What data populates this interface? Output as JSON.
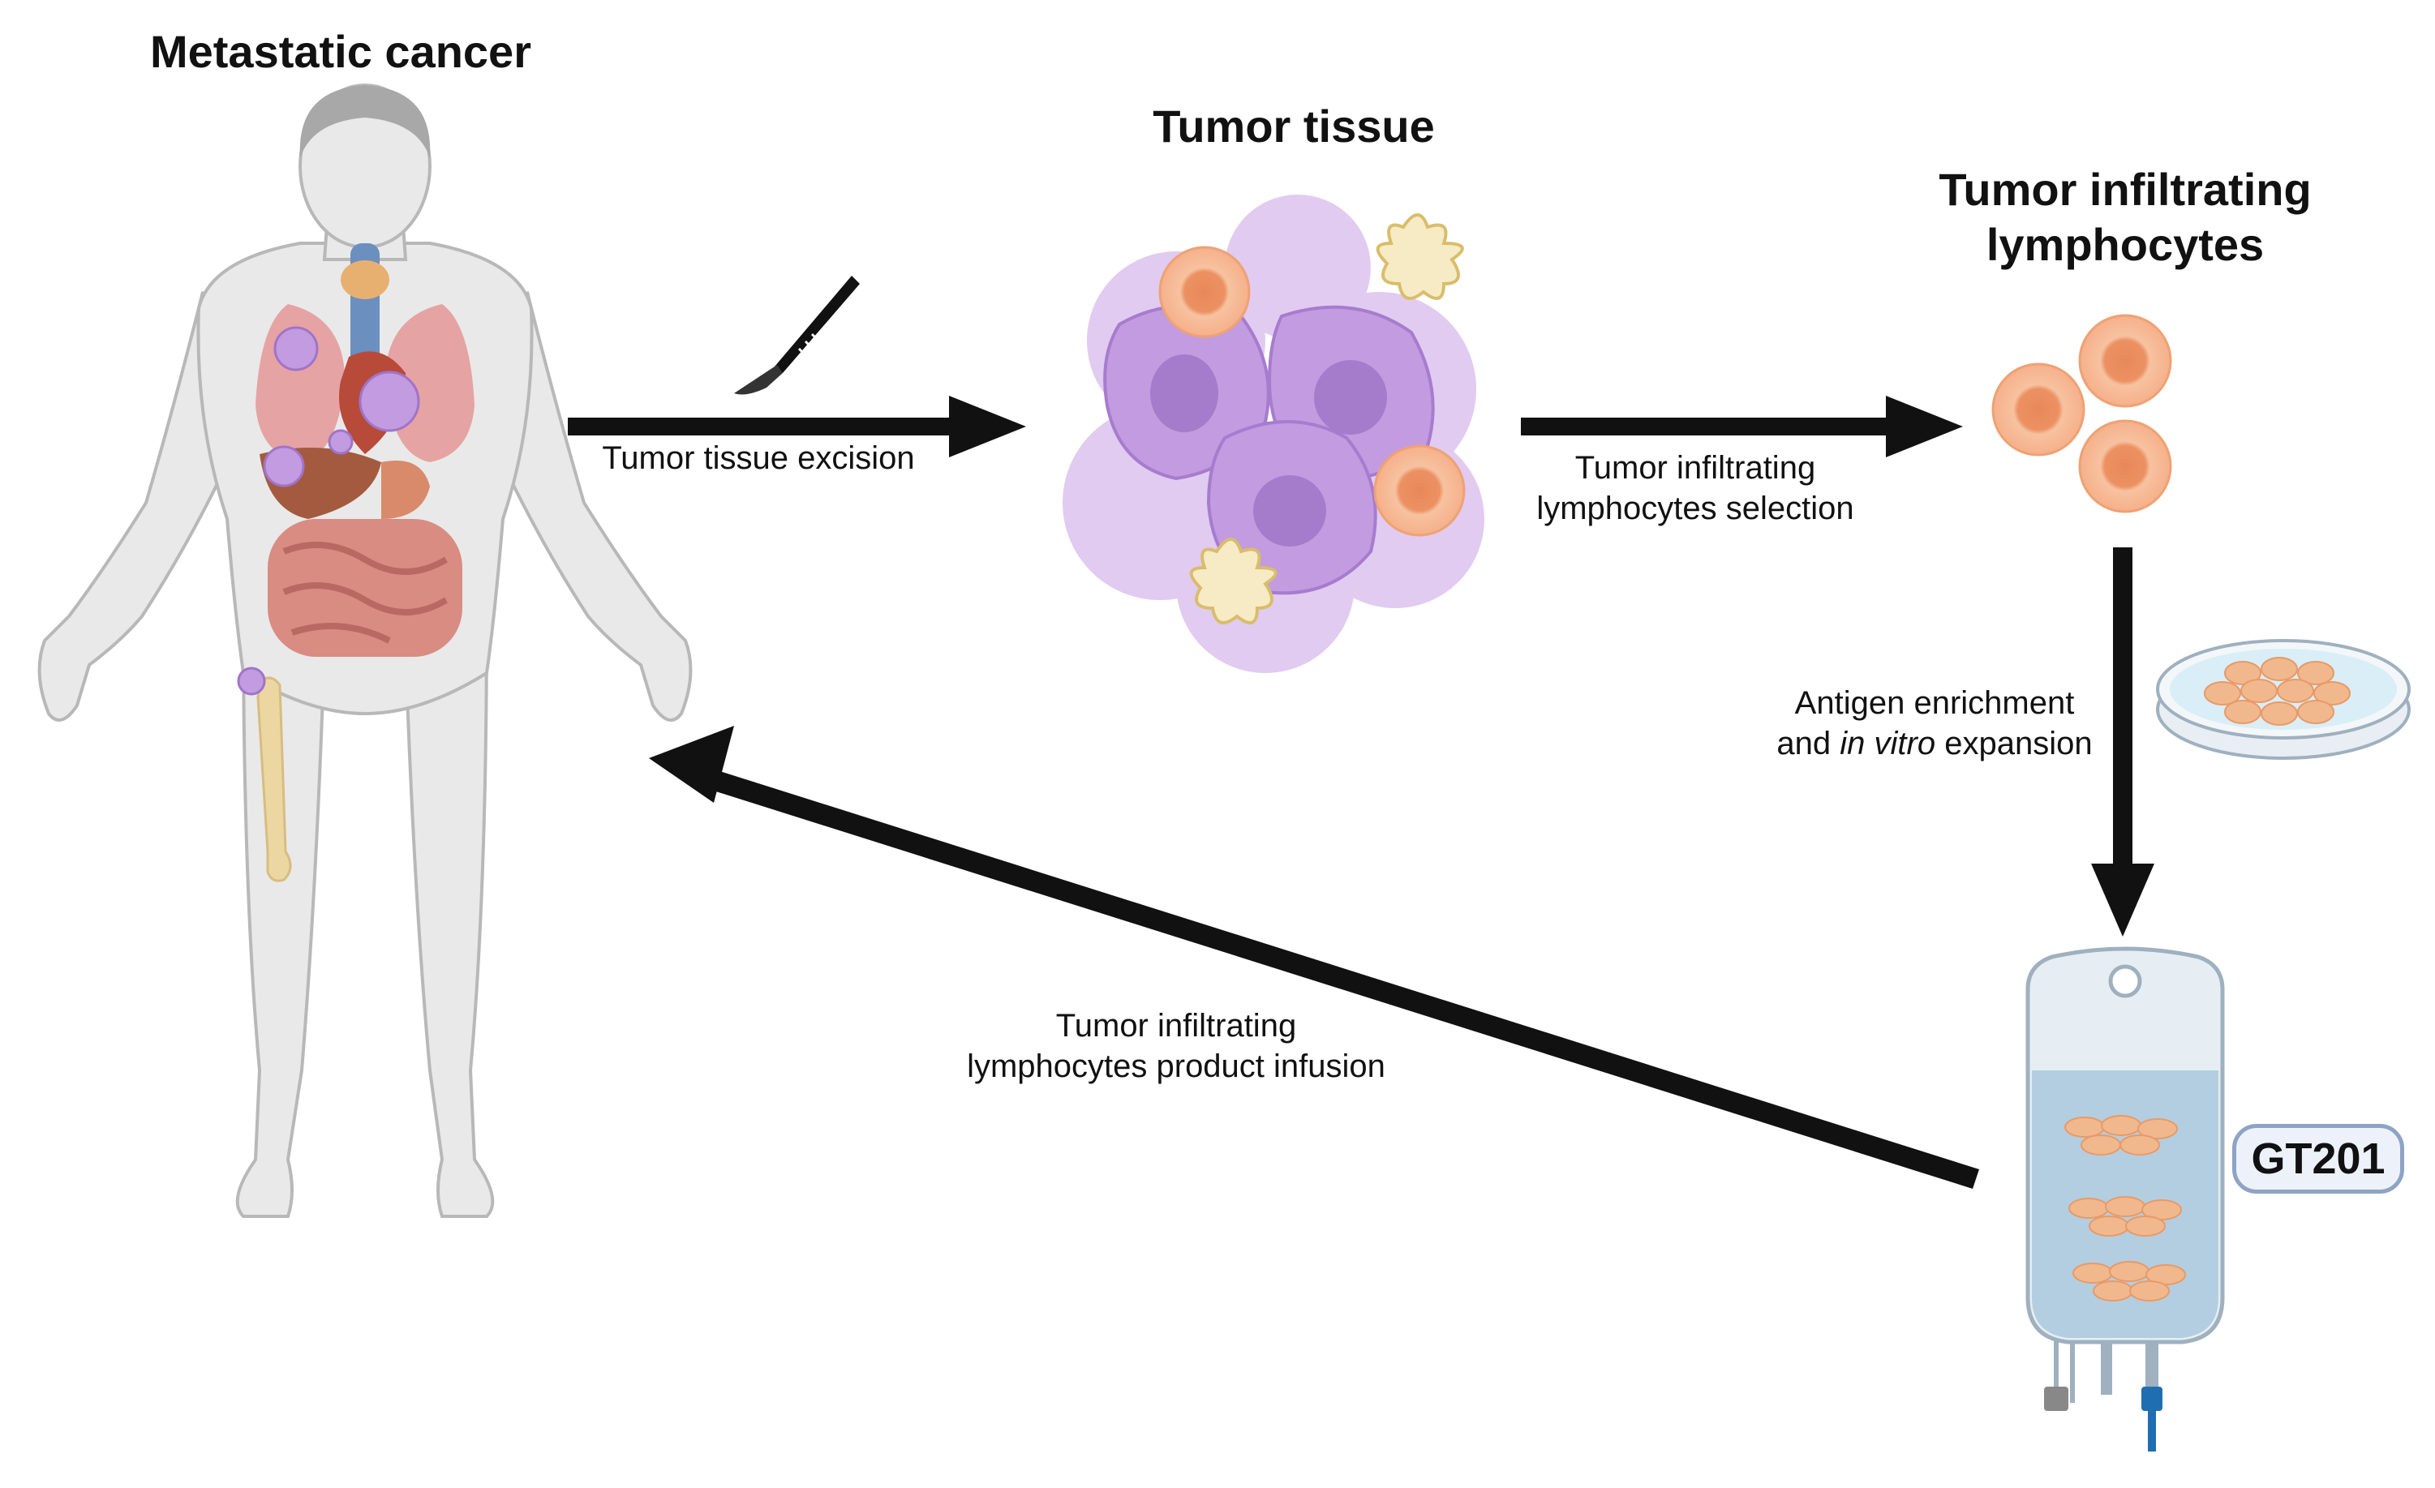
{
  "titles": {
    "patient": "Metastatic cancer",
    "tissue": "Tumor tissue",
    "til_line1": "Tumor infiltrating",
    "til_line2": "lymphocytes"
  },
  "steps": {
    "excision": "Tumor tissue excision",
    "selection_line1": "Tumor infiltrating",
    "selection_line2": "lymphocytes selection",
    "expansion_line1": "Antigen enrichment",
    "expansion_line2_a": "and ",
    "expansion_line2_italic": "in vitro",
    "expansion_line2_b": " expansion",
    "infusion_line1": "Tumor infiltrating",
    "infusion_line2": "lymphocytes product infusion"
  },
  "product": {
    "badge": "GT201"
  },
  "colors": {
    "arrow": "#111111",
    "body": "#e6e6e6",
    "tumor_purple": "#b78ad4",
    "lymphocyte": "#f4a878",
    "dendritic": "#f4e6b8",
    "bag_fluid": "#a9c8dc"
  }
}
